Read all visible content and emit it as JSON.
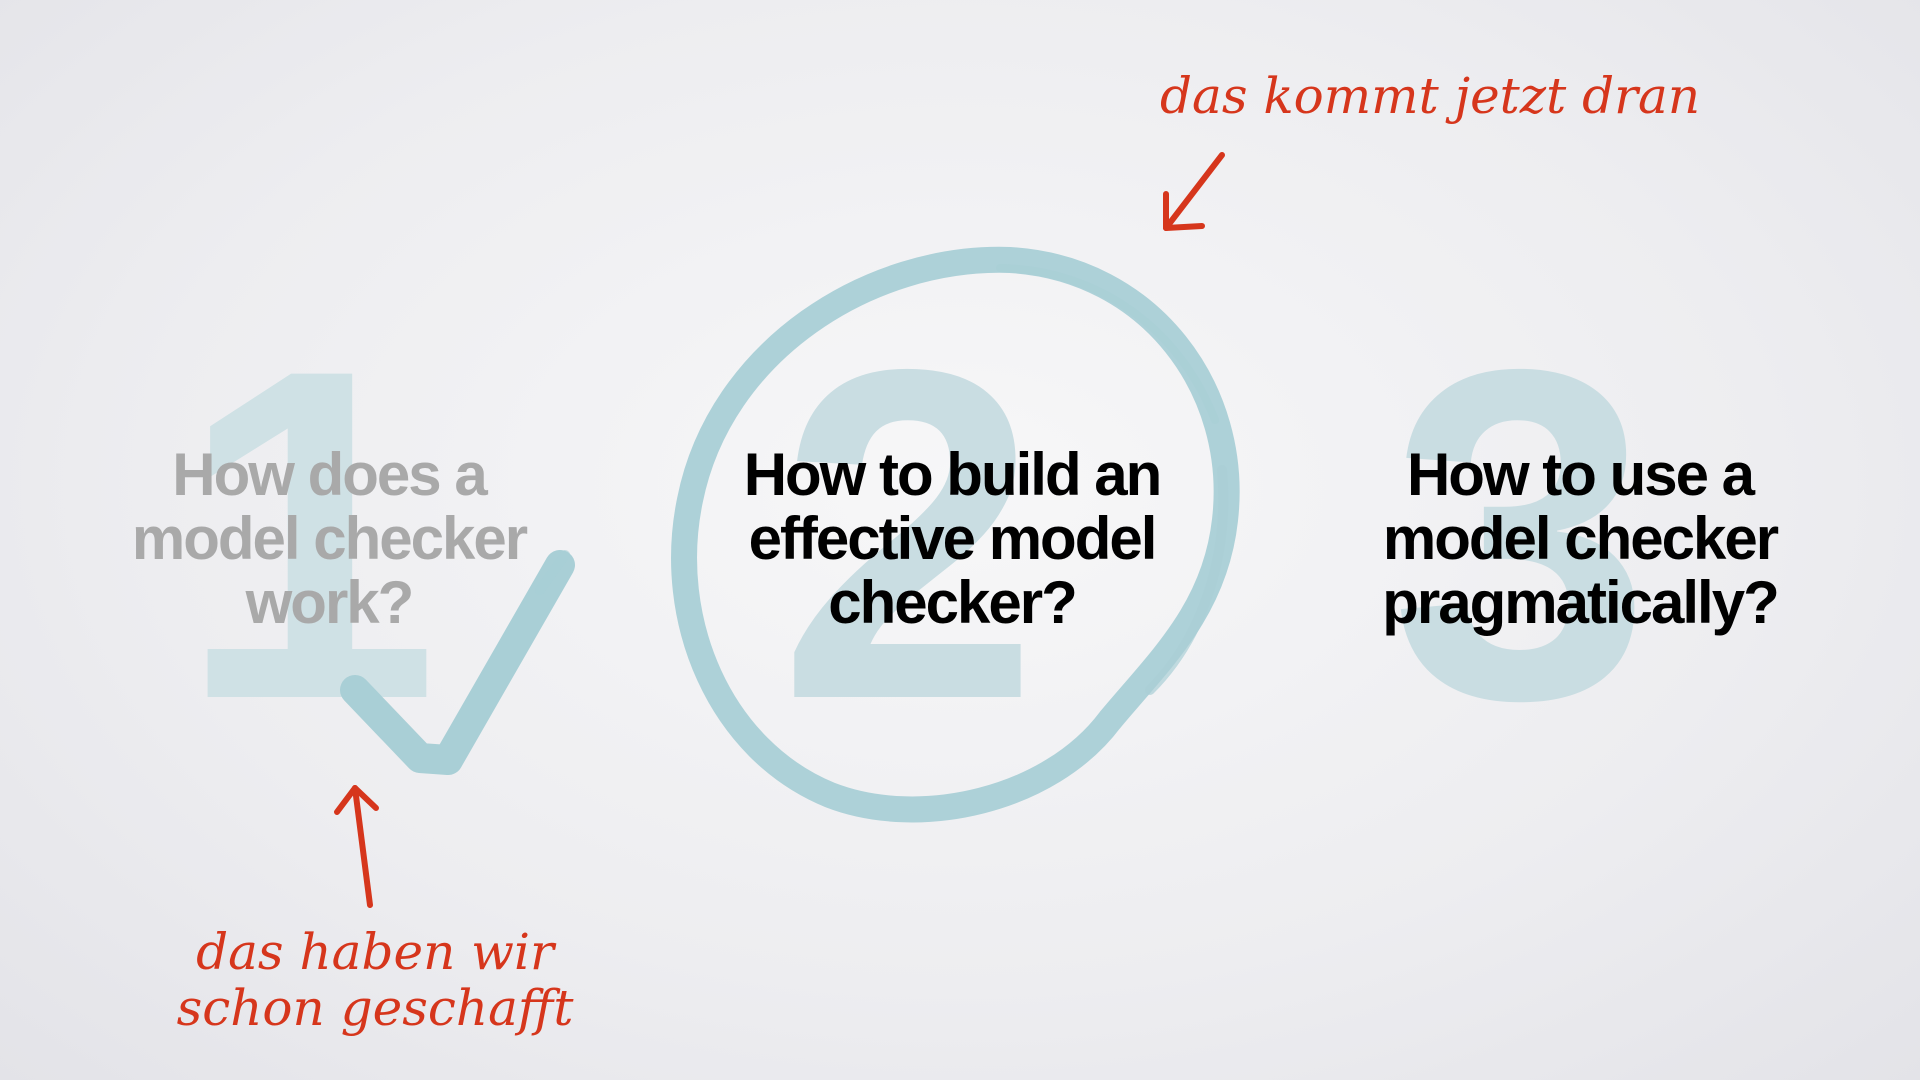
{
  "colors": {
    "accent_teal": "#a9cfd6",
    "number_teal": "#c9dde2",
    "annotation_red": "#d6361c",
    "done_gray": "#a9a9a9",
    "text_black": "#000000"
  },
  "items": [
    {
      "number": "1",
      "question": "How does a\nmodel checker\nwork?",
      "state": "done"
    },
    {
      "number": "2",
      "question": "How to build an\neffective model\nchecker?",
      "state": "current"
    },
    {
      "number": "3",
      "question": "How to use a\nmodel checker\npragmatically?",
      "state": "upcoming"
    }
  ],
  "annotations": {
    "current": "das kommt jetzt dran",
    "done": "das haben wir\nschon geschafft"
  },
  "icons": {
    "done_marker": "checkmark-icon",
    "current_marker": "brush-circle-icon",
    "pointer": "arrow-icon"
  }
}
